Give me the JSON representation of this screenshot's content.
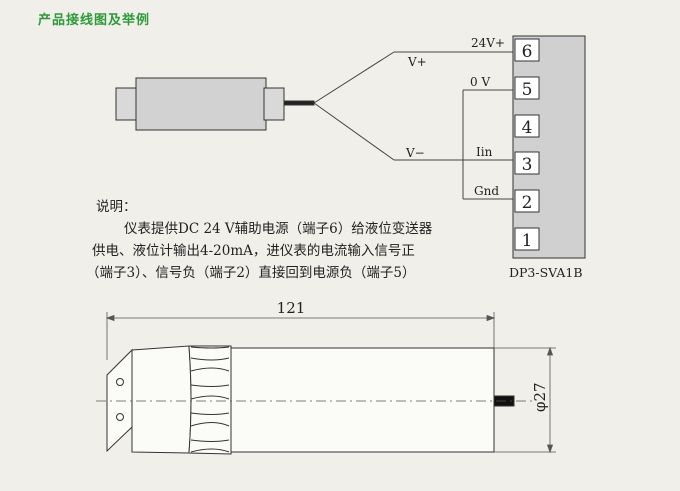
{
  "page": {
    "heading": "产品接线图及举例"
  },
  "wiring": {
    "terminals": [
      "6",
      "5",
      "4",
      "3",
      "2",
      "1"
    ],
    "labels": {
      "v24_plus": "24V+",
      "zero_v": "0 V",
      "iin": "Iin",
      "gnd": "Gnd",
      "v_plus": "V+",
      "v_minus": "V−"
    },
    "model": "DP3-SVA1B"
  },
  "note": {
    "title": "说明：",
    "lines": [
      "仪表提供DC 24 V辅助电源（端子6）给液位变送器",
      "供电、液位计输出4-20mA，进仪表的电流输入信号正",
      "（端子3）、信号负（端子2）直接回到电源负（端子5）"
    ]
  },
  "dimensions": {
    "length": "121",
    "diameter": "φ27"
  }
}
